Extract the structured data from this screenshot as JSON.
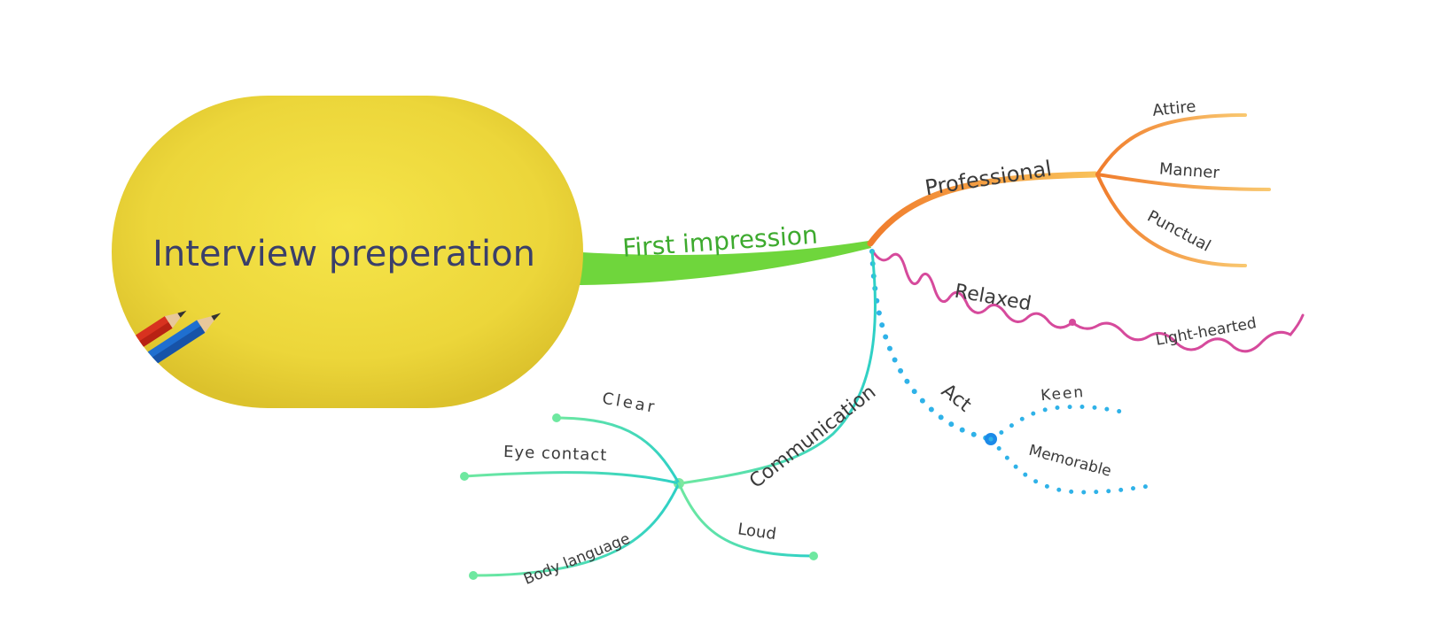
{
  "central_topic": {
    "label": "Interview preperation"
  },
  "main_branch": {
    "label": "First impression",
    "color": "#6fd63c"
  },
  "branches": {
    "professional": {
      "label": "Professional",
      "color": "#f7a945",
      "children": [
        "Attire",
        "Manner",
        "Punctual"
      ]
    },
    "relaxed": {
      "label": "Relaxed",
      "color": "#d64a9c",
      "children": [
        "Light-hearted"
      ]
    },
    "act": {
      "label": "Act",
      "color": "#2fb2e8",
      "children": [
        "Keen",
        "Memorable"
      ]
    },
    "communication": {
      "label": "Communication",
      "color": "#3ddcb6",
      "children": [
        "Clear",
        "Eye contact",
        "Body language",
        "Loud"
      ]
    }
  }
}
